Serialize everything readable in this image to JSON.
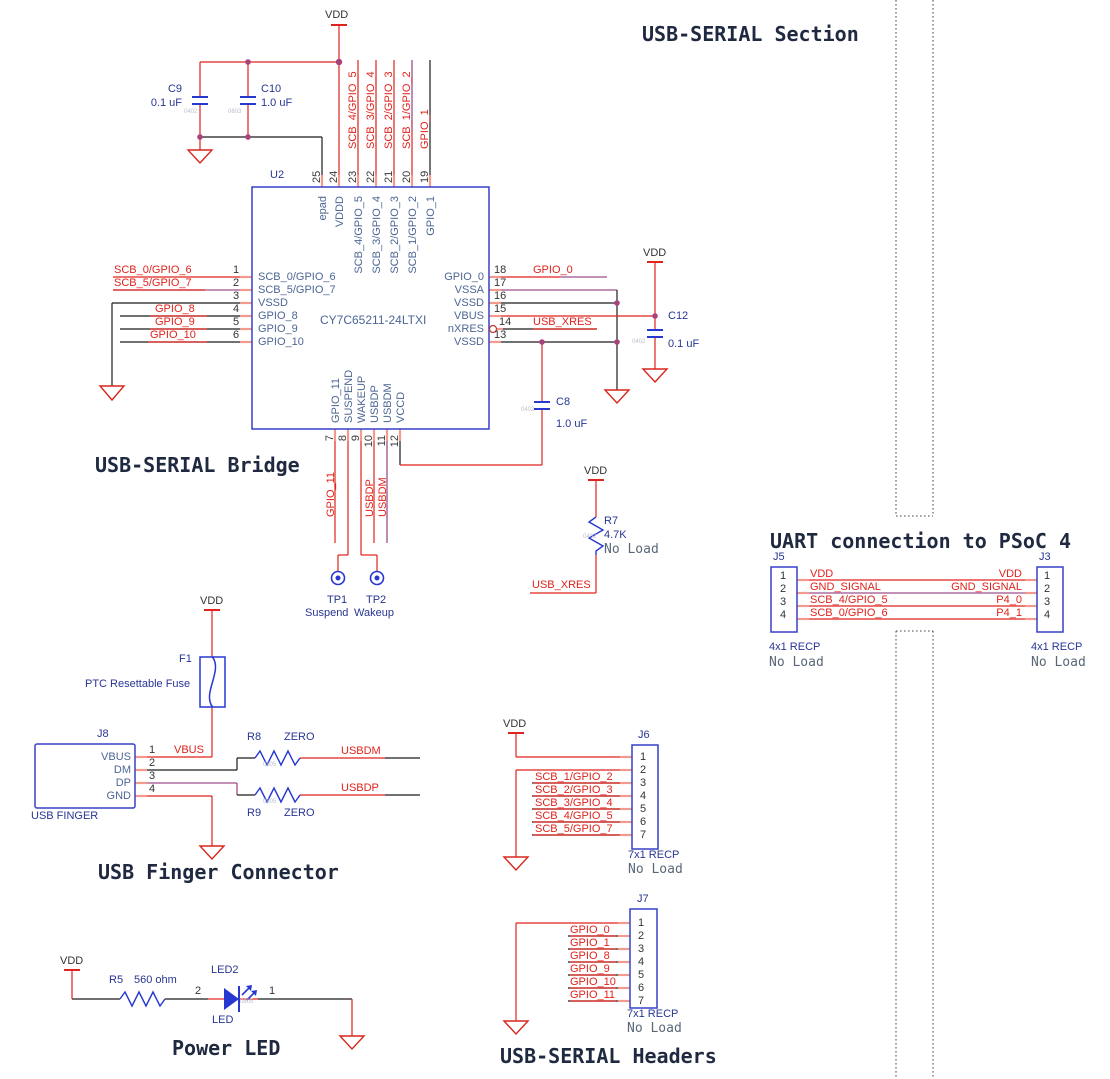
{
  "titles": {
    "section": "USB-SERIAL Section",
    "bridge": "USB-SERIAL Bridge",
    "uart": "UART connection to PSoC 4",
    "finger": "USB Finger Connector",
    "power": "Power LED",
    "headers": "USB-SERIAL Headers"
  },
  "nets": {
    "vdd": "VDD",
    "usb_xres": "USB_XRES",
    "vbus": "VBUS",
    "usbdm": "USBDM",
    "usbdp": "USBDP"
  },
  "u2": {
    "ref": "U2",
    "part": "CY7C65211-24LTXI",
    "top_pins": [
      {
        "num": "25",
        "name": "epad"
      },
      {
        "num": "24",
        "name": "VDDD"
      },
      {
        "num": "23",
        "name": "SCB_4/GPIO_5",
        "net": "SCB_4/GPIO_5"
      },
      {
        "num": "22",
        "name": "SCB_3/GPIO_4",
        "net": "SCB_3/GPIO_4"
      },
      {
        "num": "21",
        "name": "SCB_2/GPIO_3",
        "net": "SCB_2/GPIO_3"
      },
      {
        "num": "20",
        "name": "SCB_1/GPIO_2",
        "net": "SCB_1/GPIO_2"
      },
      {
        "num": "19",
        "name": "GPIO_1",
        "net": "GPIO_1"
      }
    ],
    "left_pins": [
      {
        "num": "1",
        "name": "SCB_0/GPIO_6",
        "net": "SCB_0/GPIO_6"
      },
      {
        "num": "2",
        "name": "SCB_5/GPIO_7",
        "net": "SCB_5/GPIO_7"
      },
      {
        "num": "3",
        "name": "VSSD",
        "net": ""
      },
      {
        "num": "4",
        "name": "GPIO_8",
        "net": "GPIO_8"
      },
      {
        "num": "5",
        "name": "GPIO_9",
        "net": "GPIO_9"
      },
      {
        "num": "6",
        "name": "GPIO_10",
        "net": "GPIO_10"
      }
    ],
    "right_pins": [
      {
        "num": "18",
        "name": "GPIO_0",
        "net": "GPIO_0"
      },
      {
        "num": "17",
        "name": "VSSA",
        "net": ""
      },
      {
        "num": "16",
        "name": "VSSD",
        "net": ""
      },
      {
        "num": "15",
        "name": "VBUS",
        "net": ""
      },
      {
        "num": "14",
        "name": "nXRES",
        "net": "USB_XRES"
      },
      {
        "num": "13",
        "name": "VSSD",
        "net": ""
      }
    ],
    "bottom_pins": [
      {
        "num": "7",
        "name": "GPIO_11",
        "net": "GPIO_11"
      },
      {
        "num": "8",
        "name": "SUSPEND",
        "net": ""
      },
      {
        "num": "9",
        "name": "WAKEUP",
        "net": ""
      },
      {
        "num": "10",
        "name": "USBDP",
        "net": "USBDP"
      },
      {
        "num": "11",
        "name": "USBDM",
        "net": "USBDM"
      },
      {
        "num": "12",
        "name": "VCCD",
        "net": ""
      }
    ]
  },
  "caps": {
    "c9": {
      "ref": "C9",
      "value": "0.1 uF",
      "fp": "0402"
    },
    "c10": {
      "ref": "C10",
      "value": "1.0 uF",
      "fp": "0603"
    },
    "c12": {
      "ref": "C12",
      "value": "0.1 uF",
      "fp": "0402"
    },
    "c8": {
      "ref": "C8",
      "value": "1.0 uF",
      "fp": "0402"
    }
  },
  "res": {
    "r5": {
      "ref": "R5",
      "value": "560 ohm"
    },
    "r7": {
      "ref": "R7",
      "value": "4.7K",
      "note": "No Load",
      "fp": "0402"
    },
    "r8": {
      "ref": "R8",
      "value": "ZERO",
      "fp": "0805"
    },
    "r9": {
      "ref": "R9",
      "value": "ZERO",
      "fp": "0805"
    }
  },
  "fuse": {
    "ref": "F1",
    "desc": "PTC Resettable Fuse"
  },
  "led": {
    "ref": "LED2",
    "symbol": "LED",
    "pin_anode": "2",
    "pin_cathode": "1",
    "fp": "0805"
  },
  "tps": {
    "tp1": {
      "ref": "TP1",
      "name": "Suspend"
    },
    "tp2": {
      "ref": "TP2",
      "name": "Wakeup"
    }
  },
  "uart": {
    "j5": {
      "ref": "J5",
      "type": "4x1 RECP",
      "note": "No Load",
      "pins": [
        "1",
        "2",
        "3",
        "4"
      ]
    },
    "j3": {
      "ref": "J3",
      "type": "4x1 RECP",
      "note": "No Load",
      "pins": [
        "1",
        "2",
        "3",
        "4"
      ]
    },
    "left": [
      "VDD",
      "GND_SIGNAL",
      "SCB_4/GPIO_5",
      "SCB_0/GPIO_6"
    ],
    "right": [
      "VDD",
      "GND_SIGNAL",
      "P4_0",
      "P4_1"
    ]
  },
  "j8": {
    "ref": "J8",
    "label": "USB FINGER",
    "pins": [
      "1",
      "2",
      "3",
      "4"
    ],
    "names": [
      "VBUS",
      "DM",
      "DP",
      "GND"
    ]
  },
  "j6": {
    "ref": "J6",
    "type": "7x1 RECP",
    "note": "No Load",
    "pins": [
      "1",
      "2",
      "3",
      "4",
      "5",
      "6",
      "7"
    ],
    "nets": [
      "SCB_1/GPIO_2",
      "SCB_2/GPIO_3",
      "SCB_3/GPIO_4",
      "SCB_4/GPIO_5",
      "SCB_5/GPIO_7"
    ]
  },
  "j7": {
    "ref": "J7",
    "type": "7x1 RECP",
    "note": "No Load",
    "pins": [
      "1",
      "2",
      "3",
      "4",
      "5",
      "6",
      "7"
    ],
    "nets": [
      "GPIO_0",
      "GPIO_1",
      "GPIO_8",
      "GPIO_9",
      "GPIO_10",
      "GPIO_11"
    ]
  },
  "colors": {
    "wire_black": "#1c1c1c",
    "net_red": "#e0231c",
    "pin_stub_salmon": "#f29a8e",
    "highlight_purple": "#9e4f8e",
    "symbol_blue": "#2638d0",
    "junction_magenta": "#a8417c",
    "ref_text_navy": "#283593",
    "pin_text_steel": "#4d6695",
    "title_navy": "#1f2940"
  }
}
